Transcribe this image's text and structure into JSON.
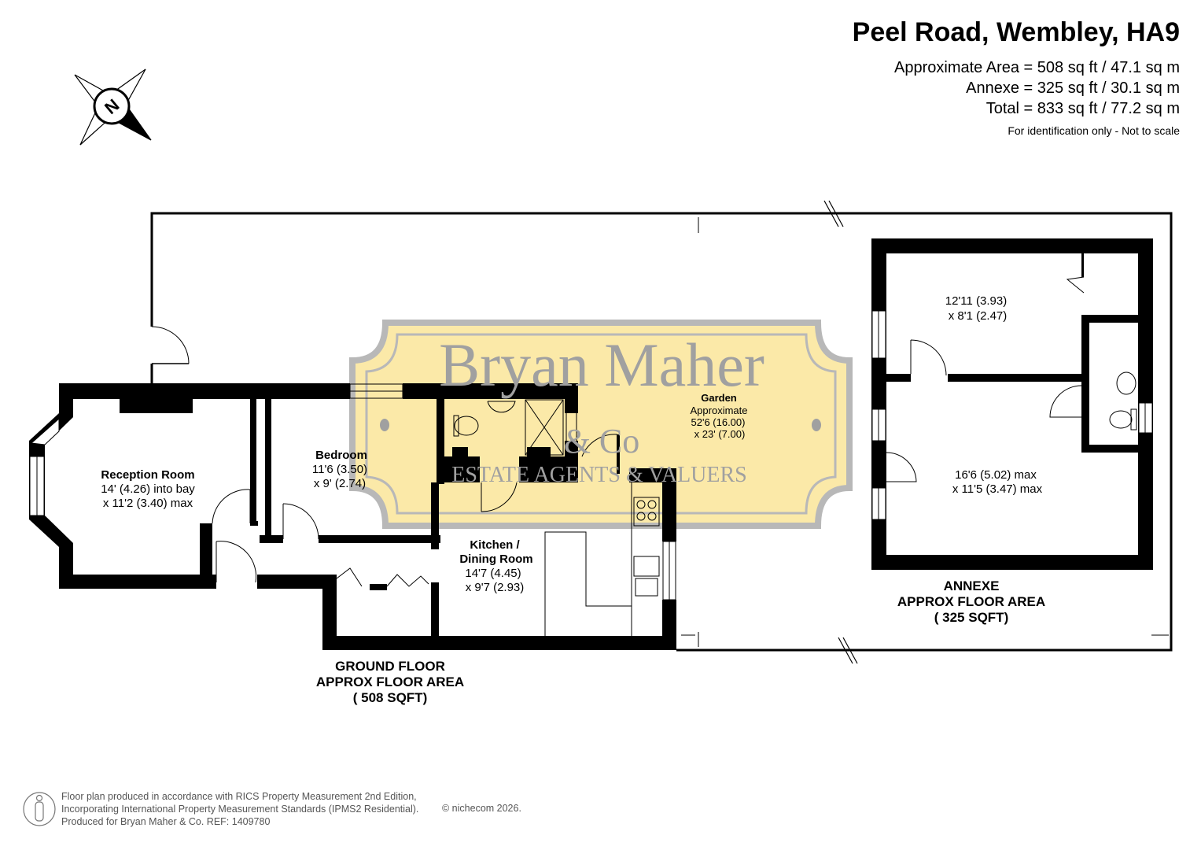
{
  "header": {
    "title": "Peel Road, Wembley, HA9",
    "approx_area": "Approximate Area = 508 sq ft / 47.1 sq m",
    "annexe_area": "Annexe = 325 sq ft / 30.1 sq m",
    "total_area": "Total = 833 sq ft / 77.2 sq m",
    "note": "For identification only - Not to scale"
  },
  "compass": {
    "label": "N",
    "icon": "compass-north-icon"
  },
  "watermark": {
    "line1": "Bryan Maher",
    "line2": "& Co",
    "line3": "ESTATE AGENTS & VALUERS",
    "fill": "#fbe9a8",
    "text_color": "#a0a0a0"
  },
  "rooms": {
    "reception": {
      "name": "Reception Room",
      "dim1": "14' (4.26) into bay",
      "dim2": "x 11'2 (3.40) max"
    },
    "bedroom": {
      "name": "Bedroom",
      "dim1": "11'6 (3.50)",
      "dim2": "x 9' (2.74)"
    },
    "kitchen": {
      "name1": "Kitchen /",
      "name2": "Dining Room",
      "dim1": "14'7 (4.45)",
      "dim2": "x 9'7 (2.93)"
    },
    "garden": {
      "name": "Garden",
      "sub": "Approximate",
      "dim1": "52'6 (16.00)",
      "dim2": "x 23' (7.00)"
    },
    "annexe_room1": {
      "dim1": "12'11 (3.93)",
      "dim2": "x 8'1 (2.47)"
    },
    "annexe_room2": {
      "dim1": "16'6 (5.02) max",
      "dim2": "x 11'5 (3.47) max"
    }
  },
  "floors": {
    "ground": {
      "line1": "GROUND FLOOR",
      "line2": "APPROX FLOOR AREA",
      "line3": "( 508 SQFT)"
    },
    "annexe": {
      "line1": "ANNEXE",
      "line2": "APPROX FLOOR AREA",
      "line3": "( 325 SQFT)"
    }
  },
  "footer": {
    "line1": "Floor plan produced in accordance with RICS Property Measurement 2nd Edition,",
    "line2": "Incorporating International Property Measurement Standards (IPMS2 Residential).",
    "line3": "Produced for Bryan Maher & Co.   REF: 1409780",
    "copyright": "© nichecom 2026."
  }
}
